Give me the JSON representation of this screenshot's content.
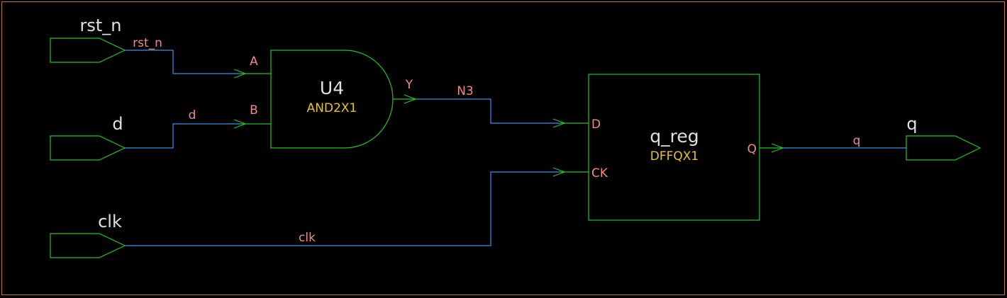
{
  "colors": {
    "background": "#000000",
    "border": "#c0704a",
    "component": "#22c422",
    "wire": "#3a8fe8",
    "pin_label": "#f08a8a",
    "instance_name": "#e0e0e0",
    "cell_type": "#e8c42c"
  },
  "ports": {
    "rst_n": {
      "name": "rst_n",
      "direction": "input"
    },
    "d": {
      "name": "d",
      "direction": "input"
    },
    "clk": {
      "name": "clk",
      "direction": "input"
    },
    "q": {
      "name": "q",
      "direction": "output"
    }
  },
  "cells": {
    "u4": {
      "instance": "U4",
      "type": "AND2X1",
      "shape": "and-gate",
      "pins": {
        "a": "A",
        "b": "B",
        "y": "Y"
      }
    },
    "q_reg": {
      "instance": "q_reg",
      "type": "DFFQX1",
      "shape": "flip-flop",
      "pins": {
        "d": "D",
        "ck": "CK",
        "q": "Q"
      }
    }
  },
  "nets": {
    "rst_n": "rst_n",
    "d": "d",
    "n3": "N3",
    "clk": "clk",
    "q": "q"
  }
}
